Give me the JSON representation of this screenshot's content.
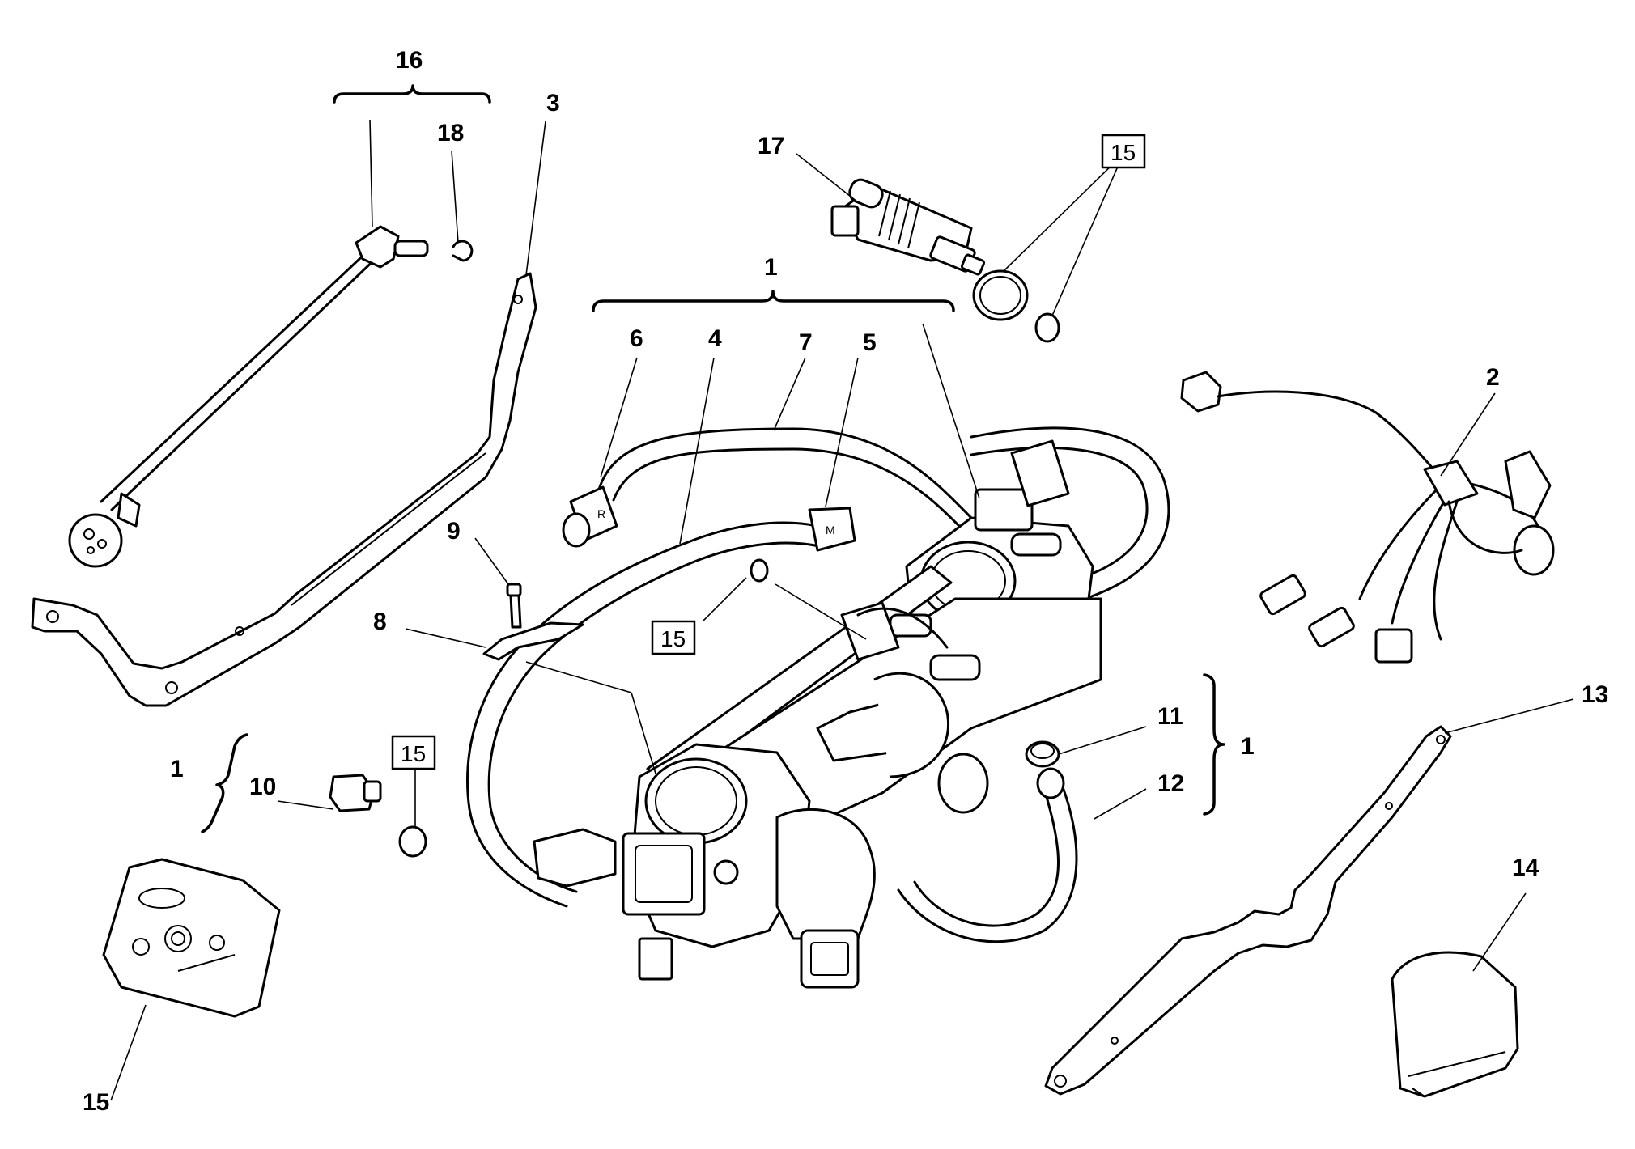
{
  "diagram": {
    "callouts": [
      {
        "id": "callout-16",
        "text": "16"
      },
      {
        "id": "callout-18",
        "text": "18"
      },
      {
        "id": "callout-3",
        "text": "3"
      },
      {
        "id": "callout-17",
        "text": "17"
      },
      {
        "id": "callout-1-top",
        "text": "1"
      },
      {
        "id": "callout-6",
        "text": "6"
      },
      {
        "id": "callout-4",
        "text": "4"
      },
      {
        "id": "callout-7",
        "text": "7"
      },
      {
        "id": "callout-5",
        "text": "5"
      },
      {
        "id": "callout-2",
        "text": "2"
      },
      {
        "id": "callout-9",
        "text": "9"
      },
      {
        "id": "callout-8",
        "text": "8"
      },
      {
        "id": "callout-1-left",
        "text": "1"
      },
      {
        "id": "callout-10",
        "text": "10"
      },
      {
        "id": "callout-11",
        "text": "11"
      },
      {
        "id": "callout-12",
        "text": "12"
      },
      {
        "id": "callout-1-right",
        "text": "1"
      },
      {
        "id": "callout-13",
        "text": "13"
      },
      {
        "id": "callout-14",
        "text": "14"
      },
      {
        "id": "callout-15-bottom",
        "text": "15"
      }
    ],
    "boxed_callouts": [
      {
        "id": "boxed-15-top",
        "text": "15"
      },
      {
        "id": "boxed-15-middle",
        "text": "15"
      },
      {
        "id": "boxed-15-left",
        "text": "15"
      }
    ],
    "hose_marks": [
      {
        "id": "hose-mark-r",
        "text": "R"
      },
      {
        "id": "hose-mark-m",
        "text": "M"
      }
    ]
  }
}
